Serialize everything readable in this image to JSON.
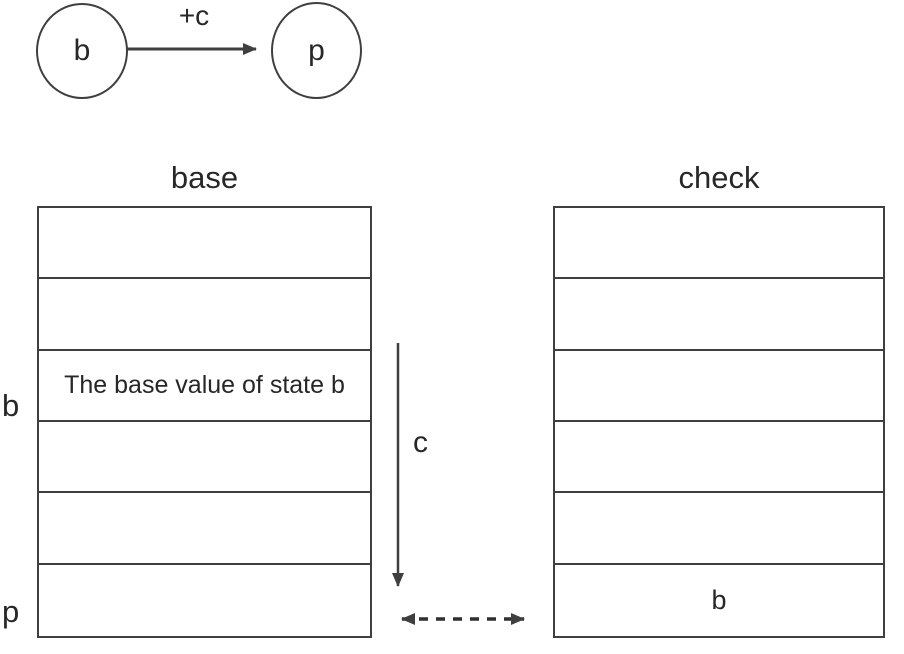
{
  "state_diagram": {
    "node_b_label": "b",
    "node_p_label": "p",
    "transition_label": "+c"
  },
  "base_array": {
    "title": "base",
    "side_labels": {
      "b": "b",
      "p": "p"
    },
    "rows": [
      "",
      "",
      "The base value of state b",
      "",
      "",
      ""
    ]
  },
  "check_array": {
    "title": "check",
    "rows": [
      "",
      "",
      "",
      "",
      "",
      "b"
    ]
  },
  "offset_arrow_label": "c",
  "colors": {
    "line": "#3f3f3f",
    "text": "#272727",
    "background": "#ffffff"
  }
}
